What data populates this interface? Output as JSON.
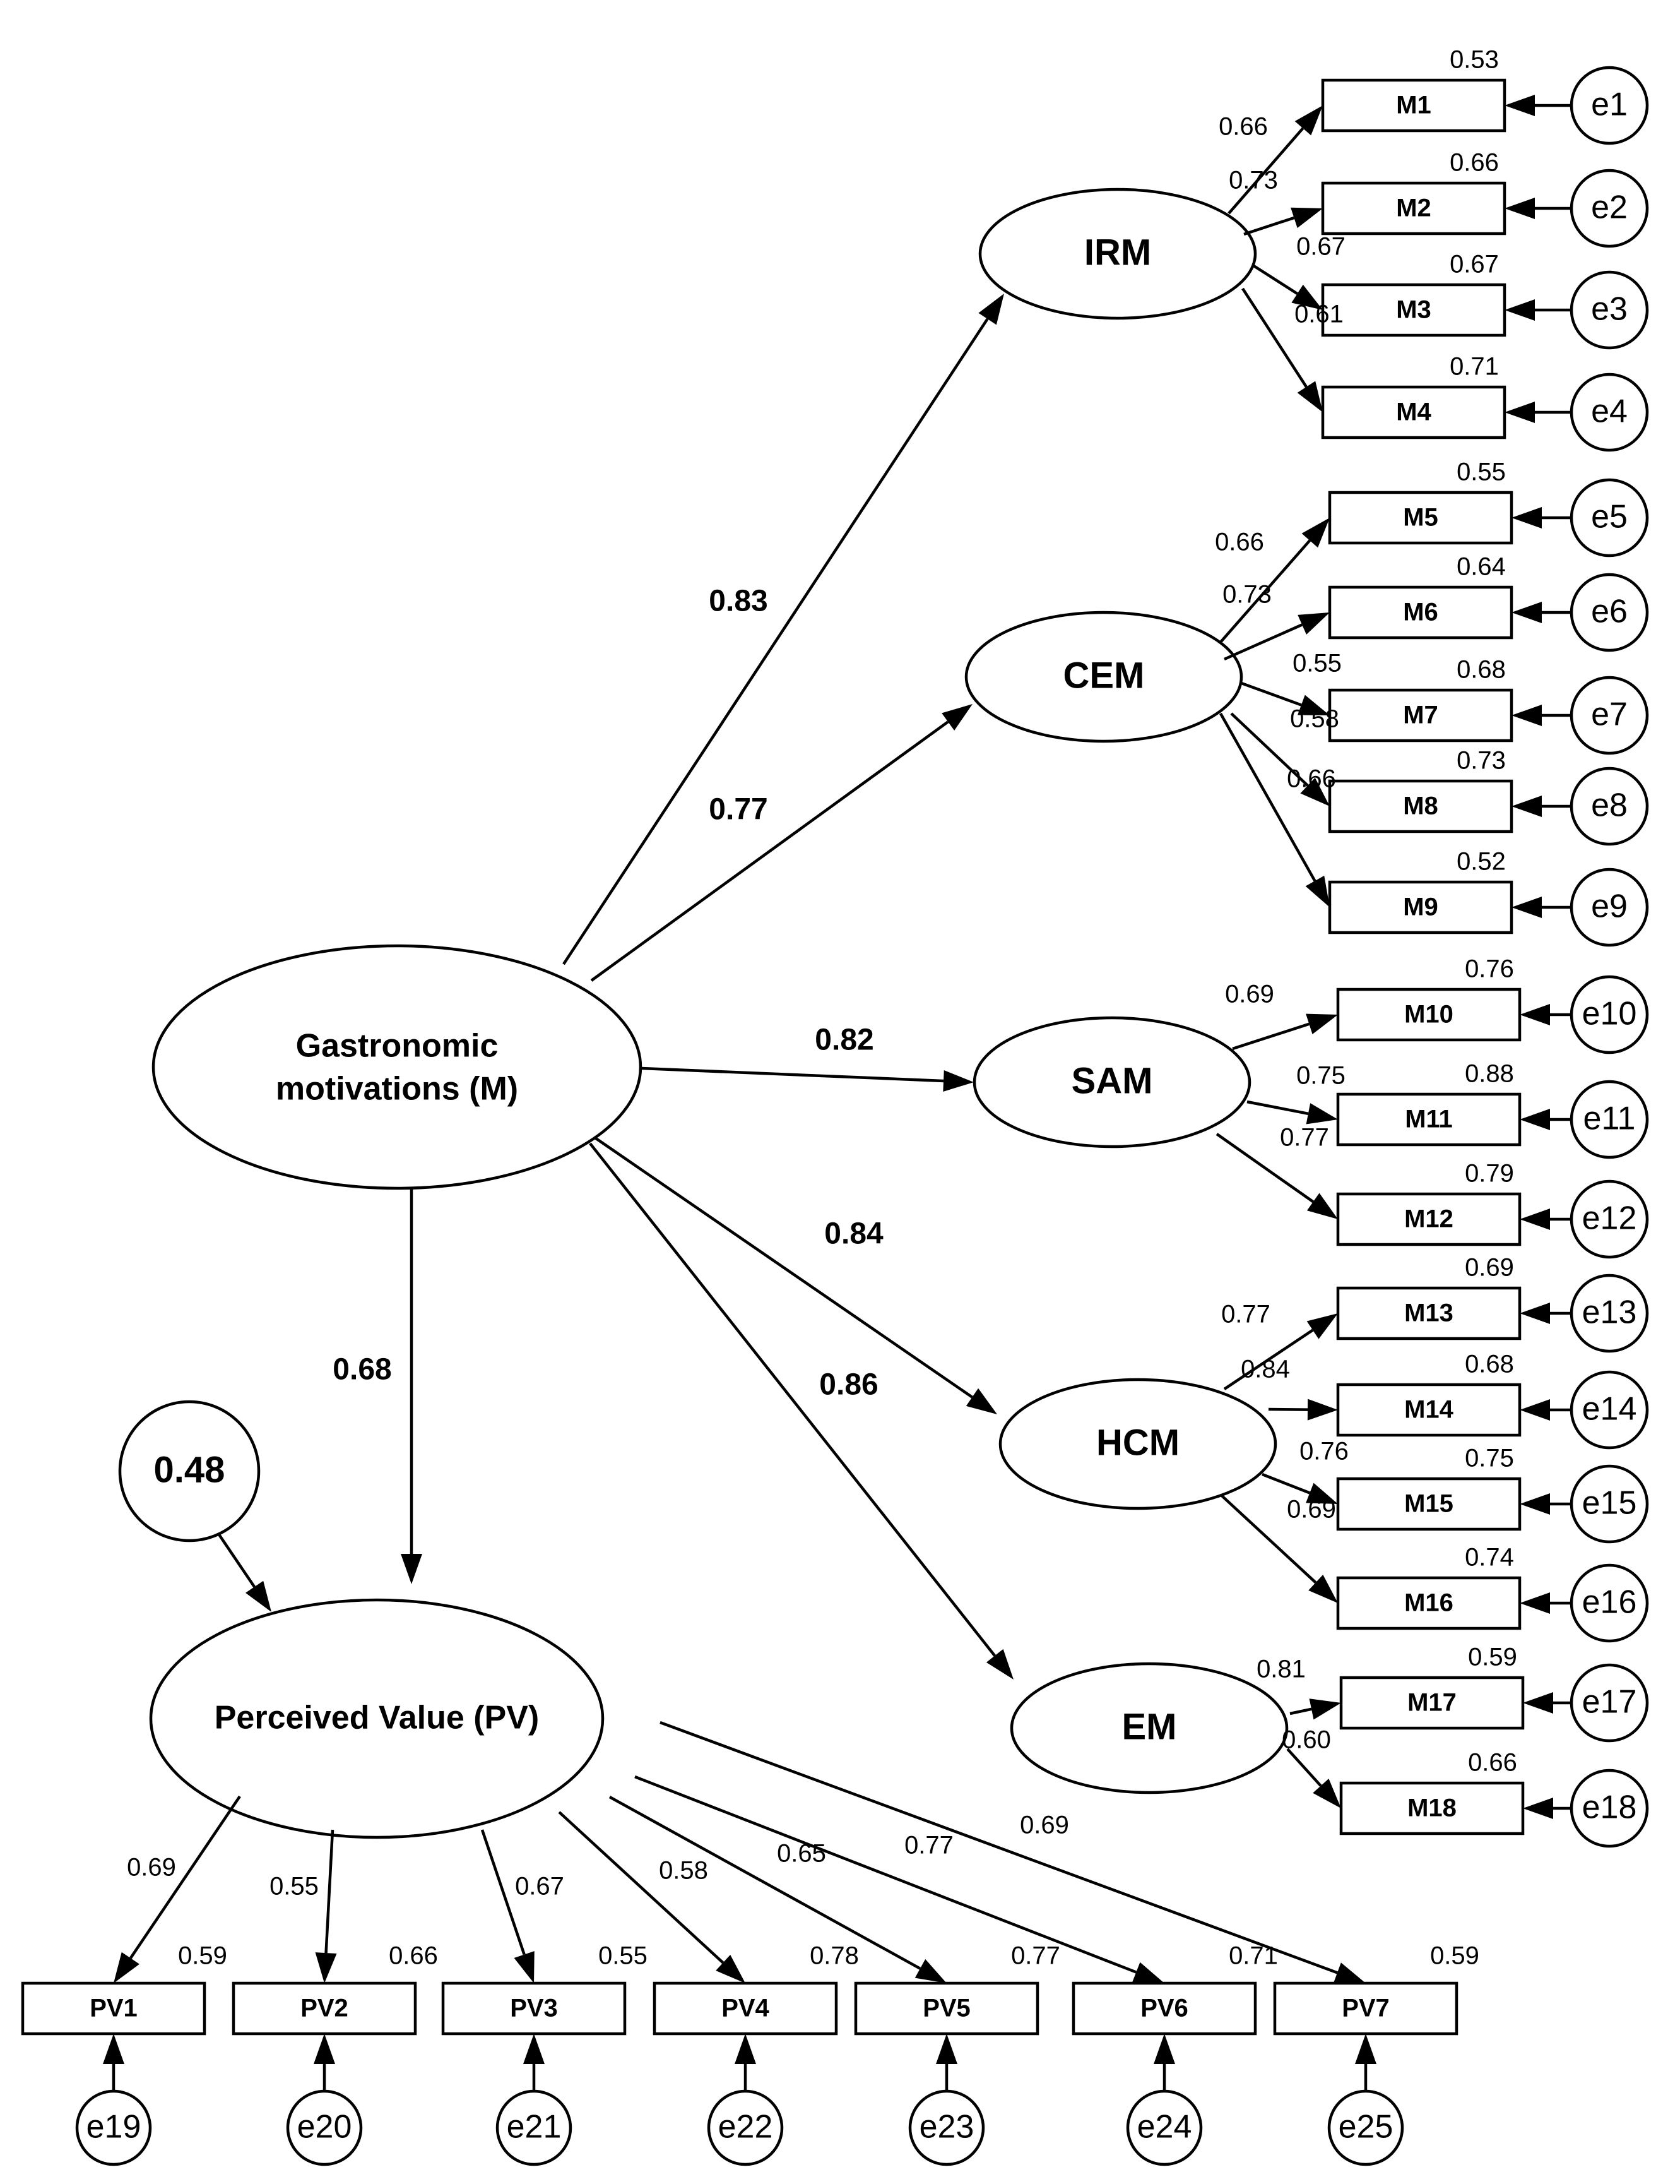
{
  "diagram": {
    "type": "structural-equation-model",
    "exogenous": {
      "id": "M",
      "line1": "Gastronomic",
      "line2": "motivations (M)"
    },
    "endogenous": {
      "id": "PV",
      "label": "Perceived Value (PV)"
    },
    "structural": {
      "label": "0.68",
      "value": 0.68
    },
    "residual": {
      "label": "0.48",
      "value": 0.48
    },
    "factors": [
      {
        "id": "IRM",
        "label": "IRM",
        "path": "0.83",
        "indicators": [
          {
            "id": "M1",
            "label": "M1",
            "loading": "0.66",
            "r2": "0.53",
            "error": "e1"
          },
          {
            "id": "M2",
            "label": "M2",
            "loading": "0.73",
            "r2": "0.66",
            "error": "e2"
          },
          {
            "id": "M3",
            "label": "M3",
            "loading": "0.67",
            "r2": "0.67",
            "error": "e3"
          },
          {
            "id": "M4",
            "label": "M4",
            "loading": "0.61",
            "r2": "0.71",
            "error": "e4"
          }
        ]
      },
      {
        "id": "CEM",
        "label": "CEM",
        "path": "0.77",
        "indicators": [
          {
            "id": "M5",
            "label": "M5",
            "loading": "0.66",
            "r2": "0.55",
            "error": "e5"
          },
          {
            "id": "M6",
            "label": "M6",
            "loading": "0.73",
            "r2": "0.64",
            "error": "e6"
          },
          {
            "id": "M7",
            "label": "M7",
            "loading": "0.55",
            "r2": "0.68",
            "error": "e7"
          },
          {
            "id": "M8",
            "label": "M8",
            "loading": "0.58",
            "r2": "0.73",
            "error": "e8"
          },
          {
            "id": "M9",
            "label": "M9",
            "loading": "0.66",
            "r2": "0.52",
            "error": "e9"
          }
        ]
      },
      {
        "id": "SAM",
        "label": "SAM",
        "path": "0.82",
        "indicators": [
          {
            "id": "M10",
            "label": "M10",
            "loading": "0.69",
            "r2": "0.76",
            "error": "e10"
          },
          {
            "id": "M11",
            "label": "M11",
            "loading": "0.75",
            "r2": "0.88",
            "error": "e11"
          },
          {
            "id": "M12",
            "label": "M12",
            "loading": "0.77",
            "r2": "0.79",
            "error": "e12"
          }
        ]
      },
      {
        "id": "HCM",
        "label": "HCM",
        "path": "0.84",
        "indicators": [
          {
            "id": "M13",
            "label": "M13",
            "loading": "0.77",
            "r2": "0.69",
            "error": "e13"
          },
          {
            "id": "M14",
            "label": "M14",
            "loading": "0.84",
            "r2": "0.68",
            "error": "e14"
          },
          {
            "id": "M15",
            "label": "M15",
            "loading": "0.76",
            "r2": "0.75",
            "error": "e15"
          },
          {
            "id": "M16",
            "label": "M16",
            "loading": "0.69",
            "r2": "0.74",
            "error": "e16"
          }
        ]
      },
      {
        "id": "EM",
        "label": "EM",
        "path": "0.86",
        "indicators": [
          {
            "id": "M17",
            "label": "M17",
            "loading": "0.81",
            "r2": "0.59",
            "error": "e17"
          },
          {
            "id": "M18",
            "label": "M18",
            "loading": "0.60",
            "r2": "0.66",
            "error": "e18"
          }
        ]
      }
    ],
    "pv_indicators": [
      {
        "id": "PV1",
        "label": "PV1",
        "loading": "0.69",
        "r2": "0.59",
        "error": "e19"
      },
      {
        "id": "PV2",
        "label": "PV2",
        "loading": "0.55",
        "r2": "0.66",
        "error": "e20"
      },
      {
        "id": "PV3",
        "label": "PV3",
        "loading": "0.67",
        "r2": "0.55",
        "error": "e21"
      },
      {
        "id": "PV4",
        "label": "PV4",
        "loading": "0.58",
        "r2": "0.78",
        "error": "e22"
      },
      {
        "id": "PV5",
        "label": "PV5",
        "loading": "0.65",
        "r2": "0.77",
        "error": "e23"
      },
      {
        "id": "PV6",
        "label": "PV6",
        "loading": "0.77",
        "r2": "0.71",
        "error": "e24"
      },
      {
        "id": "PV7",
        "label": "PV7",
        "loading": "0.69",
        "r2": "0.59",
        "error": "e25"
      }
    ],
    "colors": {
      "stroke": "#000000",
      "fill": "#ffffff",
      "text": "#000000"
    }
  }
}
